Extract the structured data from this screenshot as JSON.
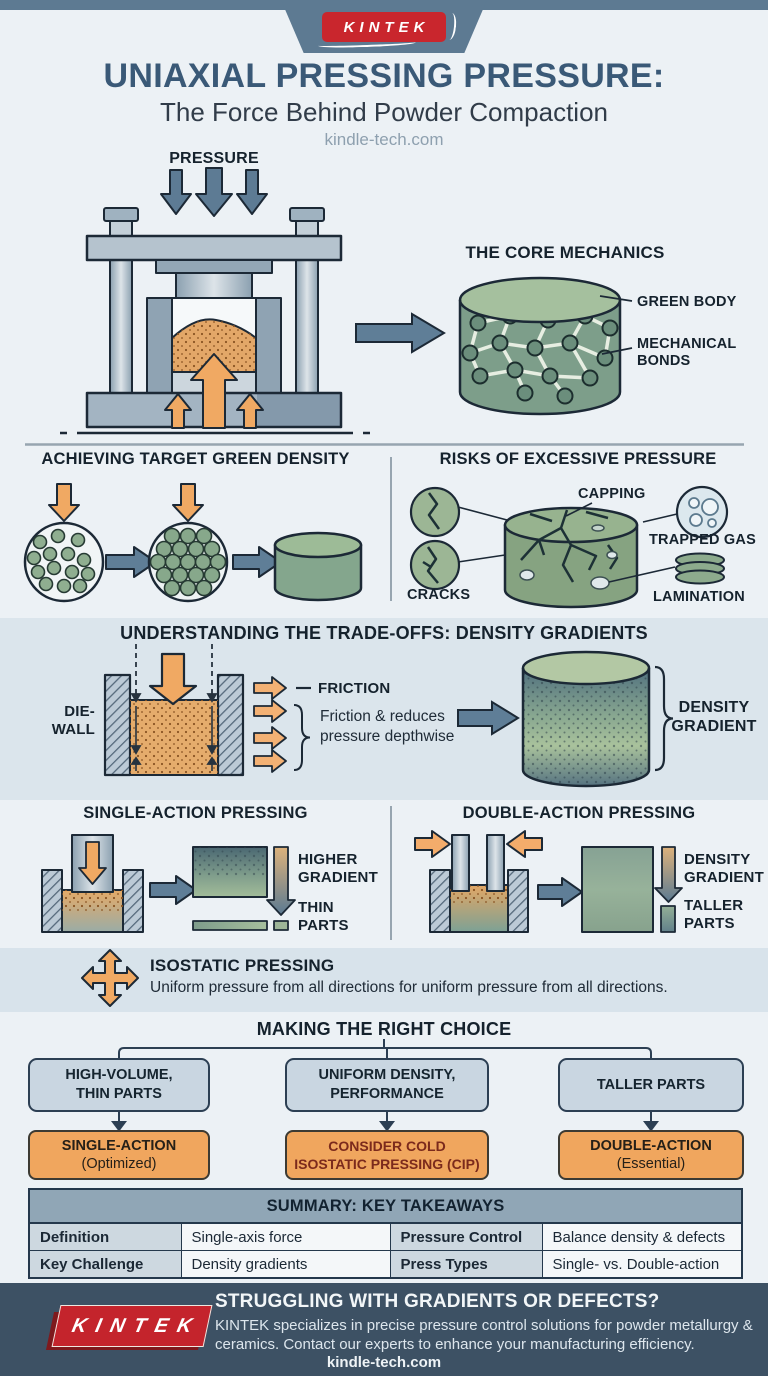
{
  "colors": {
    "accent_orange": "#F0A963",
    "slate_blue": "#5D7A92",
    "green_body": "#7E9F8A",
    "brand_red": "#C4242C",
    "footer_navy": "#3D5164"
  },
  "icons": {
    "brand_logo": "kintek-badge",
    "pressure": "down-arrows",
    "isostatic": "four-way-arrows"
  },
  "header": {
    "brand": "KINTEK",
    "title": "UNIAXIAL PRESSING PRESSURE:",
    "subtitle": "The Force Behind Powder Compaction",
    "website": "kindle-tech.com"
  },
  "press": {
    "pressure_label": "PRESSURE"
  },
  "core_mechanics": {
    "title": "THE CORE MECHANICS",
    "green_body": "GREEN BODY",
    "bonds_line1": "MECHANICAL",
    "bonds_line2": "BONDS"
  },
  "green_density": {
    "title": "ACHIEVING TARGET GREEN DENSITY"
  },
  "risks": {
    "title": "RISKS OF EXCESSIVE PRESSURE",
    "capping": "CAPPING",
    "trapped_gas": "TRAPPED GAS",
    "cracks": "CRACKS",
    "lamination": "LAMINATION"
  },
  "tradeoffs": {
    "title": "UNDERSTANDING THE TRADE-OFFS: DENSITY GRADIENTS",
    "die_wall_line1": "DIE-",
    "die_wall_line2": "WALL",
    "friction_label": "FRICTION",
    "friction_note_line1": "Friction & reduces",
    "friction_note_line2": "pressure depthwise",
    "gradient_line1": "DENSITY",
    "gradient_line2": "GRADIENT"
  },
  "single_action": {
    "title": "SINGLE-ACTION PRESSING",
    "gradient_line1": "HIGHER",
    "gradient_line2": "GRADIENT",
    "parts_line1": "THIN",
    "parts_line2": "PARTS"
  },
  "double_action": {
    "title": "DOUBLE-ACTION PRESSING",
    "gradient_line1": "DENSITY",
    "gradient_line2": "GRADIENT",
    "parts_line1": "TALLER",
    "parts_line2": "PARTS"
  },
  "isostatic": {
    "title": "ISOSTATIC PRESSING",
    "description": "Uniform pressure from all directions for uniform pressure from all directions."
  },
  "choice": {
    "title": "MAKING THE RIGHT CHOICE",
    "branches": [
      {
        "need_line1": "HIGH-VOLUME,",
        "need_line2": "THIN PARTS",
        "result_line1": "SINGLE-ACTION",
        "result_line2": "(Optimized)"
      },
      {
        "need_line1": "UNIFORM DENSITY,",
        "need_line2": "PERFORMANCE",
        "result_line1": "CONSIDER COLD",
        "result_line2": "ISOSTATIC PRESSING (CIP)"
      },
      {
        "need_line1": "TALLER PARTS",
        "result_line1": "DOUBLE-ACTION",
        "result_line2": "(Essential)"
      }
    ]
  },
  "summary": {
    "title": "SUMMARY: KEY TAKEAWAYS",
    "rows": [
      {
        "label_a": "Definition",
        "value_a": "Single-axis force",
        "label_b": "Pressure Control",
        "value_b": "Balance density & defects"
      },
      {
        "label_a": "Key Challenge",
        "value_a": "Density gradients",
        "label_b": "Press Types",
        "value_b": "Single- vs. Double-action"
      }
    ]
  },
  "footer": {
    "brand": "KINTEK",
    "heading": "STRUGGLING WITH GRADIENTS OR DEFECTS?",
    "body": "KINTEK specializes in precise pressure control solutions for powder metallurgy & ceramics. Contact our experts to enhance your manufacturing efficiency.",
    "website": "kindle-tech.com"
  }
}
